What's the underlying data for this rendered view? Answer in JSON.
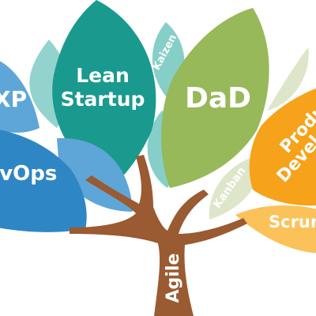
{
  "labels": {
    "xp": "XP",
    "devops": "DevOps",
    "lean_startup_line1": "Lean",
    "lean_startup_line2": "Startup",
    "kaizen": "Kaizen",
    "dad": "DaD",
    "kanban": "Kanban",
    "product_dev_line1": "Product",
    "product_dev_line2": "Development",
    "scrum": "Scrum",
    "trunk": "Agile"
  },
  "colors": {
    "trunk": "#9a5a32",
    "teal": "#1a9a8e",
    "light_teal": "#86cfc8",
    "green": "#97b95a",
    "pale_green": "#dde6c8",
    "blue": "#2f86c4",
    "light_blue": "#5ea6d7",
    "orange": "#f6a21a",
    "light_orange": "#fbc25a"
  }
}
